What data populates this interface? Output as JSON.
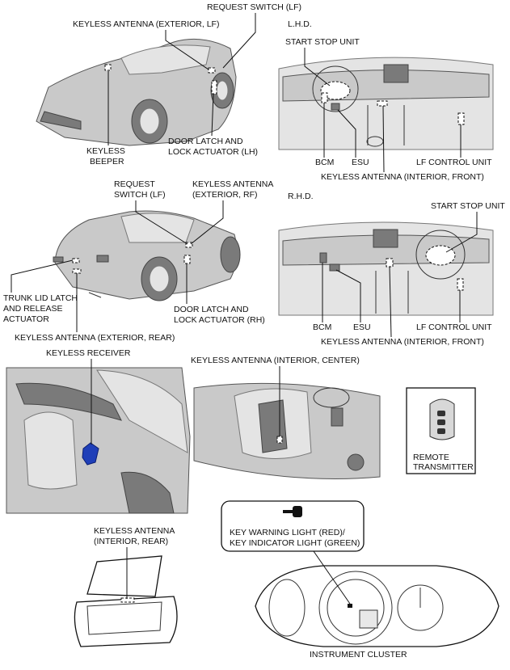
{
  "labels": {
    "request_switch_lf_top": "REQUEST SWITCH (LF)",
    "keyless_antenna_ext_lf": "KEYLESS ANTENNA (EXTERIOR, LF)",
    "keyless_beeper_1": "KEYLESS",
    "keyless_beeper_2": "BEEPER",
    "door_latch_lh_1": "DOOR LATCH AND",
    "door_latch_lh_2": "LOCK ACTUATOR (LH)",
    "lhd": "L.H.D.",
    "start_stop_unit_lhd": "START STOP UNIT",
    "bcm_lhd": "BCM",
    "esu_lhd": "ESU",
    "lf_control_unit_lhd": "LF CONTROL UNIT",
    "keyless_antenna_int_front_lhd": "KEYLESS ANTENNA (INTERIOR, FRONT)",
    "request_switch_lf_mid_1": "REQUEST",
    "request_switch_lf_mid_2": "SWITCH (LF)",
    "keyless_antenna_ext_rf_1": "KEYLESS ANTENNA",
    "keyless_antenna_ext_rf_2": "(EXTERIOR, RF)",
    "trunk_lid_1": "TRUNK LID LATCH",
    "trunk_lid_2": "AND RELEASE",
    "trunk_lid_3": "ACTUATOR",
    "door_latch_rh_1": "DOOR LATCH AND",
    "door_latch_rh_2": "LOCK ACTUATOR (RH)",
    "keyless_antenna_ext_rear": "KEYLESS ANTENNA (EXTERIOR, REAR)",
    "rhd": "R.H.D.",
    "start_stop_unit_rhd": "START STOP UNIT",
    "bcm_rhd": "BCM",
    "esu_rhd": "ESU",
    "lf_control_unit_rhd": "LF CONTROL UNIT",
    "keyless_antenna_int_front_rhd": "KEYLESS ANTENNA (INTERIOR, FRONT)",
    "keyless_receiver": "KEYLESS RECEIVER",
    "keyless_antenna_int_center": "KEYLESS ANTENNA (INTERIOR, CENTER)",
    "remote_transmitter_1": "REMOTE",
    "remote_transmitter_2": "TRANSMITTER",
    "keyless_antenna_int_rear_1": "KEYLESS ANTENNA",
    "keyless_antenna_int_rear_2": "(INTERIOR, REAR)",
    "key_warning_1": "KEY WARNING LIGHT (RED)/",
    "key_warning_2": "KEY INDICATOR LIGHT (GREEN)",
    "instrument_cluster": "INSTRUMENT CLUSTER"
  },
  "colors": {
    "receiver_highlight": "#1f3fb8"
  }
}
